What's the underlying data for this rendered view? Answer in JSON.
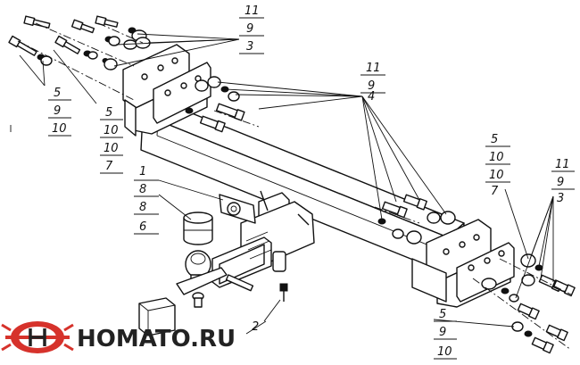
{
  "logo": {
    "text": "HOMATO.RU",
    "primary_color": "#d6322b",
    "dark_color": "#222222",
    "icon": "homato-emblem-icon"
  },
  "callouts": [
    {
      "id": "top-left-washers",
      "lines": [
        "5",
        "9",
        "10"
      ]
    },
    {
      "id": "top-left-bolt",
      "lines": [
        "5",
        "10",
        "10",
        "7"
      ]
    },
    {
      "id": "top-bracket",
      "lines": [
        "11",
        "9",
        "3"
      ]
    },
    {
      "id": "mid-bolts",
      "lines": [
        "11",
        "9",
        "4"
      ]
    },
    {
      "id": "right-bolt",
      "lines": [
        "5",
        "10",
        "10",
        "7"
      ]
    },
    {
      "id": "right-bracket",
      "lines": [
        "11",
        "9",
        "3"
      ]
    },
    {
      "id": "hitch-parts",
      "lines": [
        "1",
        "8",
        "8",
        "6"
      ]
    },
    {
      "id": "bottom-right",
      "lines": [
        "5",
        "9",
        "10"
      ]
    },
    {
      "id": "single-bolt",
      "lines": [
        "2"
      ]
    }
  ]
}
